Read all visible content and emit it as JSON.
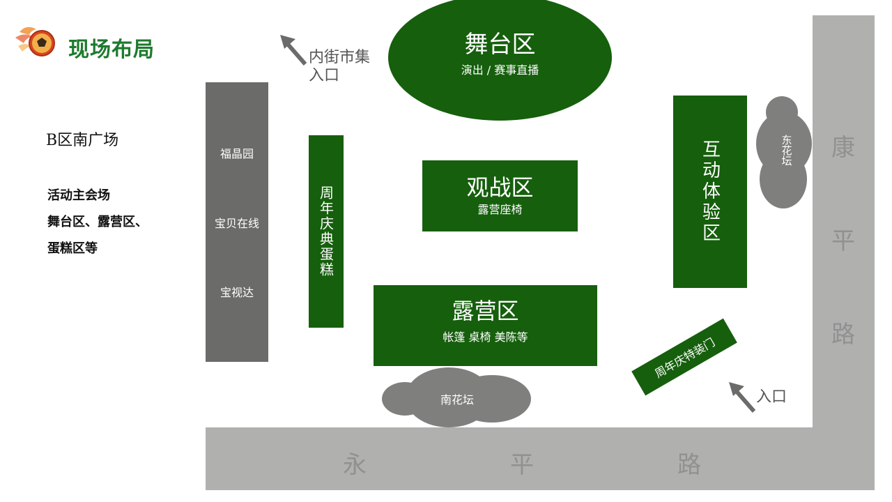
{
  "header": {
    "title": "现场布局",
    "logo_icon": "flaming-soccer-ball-icon"
  },
  "sidebar": {
    "area_title": "B区南广场",
    "lines": [
      "活动主会场",
      "舞台区、露营区、",
      "蛋糕区等"
    ]
  },
  "map": {
    "stage": {
      "title": "舞台区",
      "subtitle": "演出 / 赛事直播"
    },
    "north_entrance": {
      "line1": "内街市集",
      "line2": "入口"
    },
    "left_bar": {
      "items": [
        "福晶园",
        "宝贝在线",
        "宝视达"
      ]
    },
    "cake_zone": {
      "title": "周年庆典蛋糕"
    },
    "viewing_zone": {
      "title": "观战区",
      "subtitle": "露营座椅"
    },
    "camping_zone": {
      "title": "露营区",
      "subtitle": "帐篷 桌椅 美陈等"
    },
    "interactive_zone": {
      "title": "互动体验区"
    },
    "east_flowerbed": {
      "label": "东花坛"
    },
    "south_flowerbed": {
      "label": "南花坛"
    },
    "anniversary_gate": {
      "label": "周年庆特装门"
    },
    "entrance": {
      "label": "入口"
    },
    "roads": {
      "bottom": [
        "永",
        "平",
        "路"
      ],
      "right": [
        "康",
        "平",
        "路"
      ]
    }
  },
  "colors": {
    "zone_green": "#165f0d",
    "zone_gray": "#6b6b69",
    "road_gray": "#b0b1ae",
    "title_green": "#1e7a2e"
  }
}
